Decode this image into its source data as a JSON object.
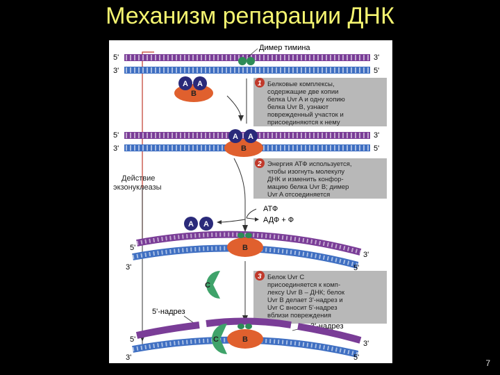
{
  "slide": {
    "title": "Механизм репарации ДНК",
    "page_number": "7"
  },
  "figure": {
    "strand_labels": {
      "five_prime": "5'",
      "three_prime": "3'"
    },
    "labels": {
      "thymine_dimer": "Димер тимина",
      "exonuclease_action": [
        "Действие",
        "экзонуклеазы"
      ],
      "atp": "АТФ",
      "adp_p": "АДФ + Ф",
      "nick_5": "5'-надрез",
      "nick_3": "3'-надрез"
    },
    "proteins": {
      "uvrA": "A",
      "uvrB": "B",
      "uvrC": "C"
    },
    "steps": [
      {
        "number": "1",
        "lines": [
          "Белковые комплексы,",
          "содержащие две копии",
          "белка Uvr A и одну копию",
          "белка Uvr B, узнают",
          "поврежденный участок и",
          "присоединяются к нему"
        ]
      },
      {
        "number": "2",
        "lines": [
          "Энергия АТФ используется,",
          "чтобы изогнуть молекулу",
          "ДНК и изменить конфор-",
          "мацию белка Uvr B; димер",
          "Uvr A отсоединяется"
        ]
      },
      {
        "number": "3",
        "lines": [
          "Белок Uvr C",
          "присоединяется к комп-",
          "лексу Uvr B – ДНК; белок",
          "Uvr B делает 3'-надрез и",
          "Uvr C вносит 5'-надрез",
          "вблизи повреждения"
        ]
      }
    ],
    "colors": {
      "purple_strand": "#7a3d97",
      "blue_strand": "#3f6fc2",
      "uvrA": "#2a2a7a",
      "uvrB": "#e0602e",
      "uvrC": "#3fa36a",
      "dimer": "#2e8b57",
      "step_box": "#b8b8b8",
      "step_badge": "#c0392b"
    }
  }
}
